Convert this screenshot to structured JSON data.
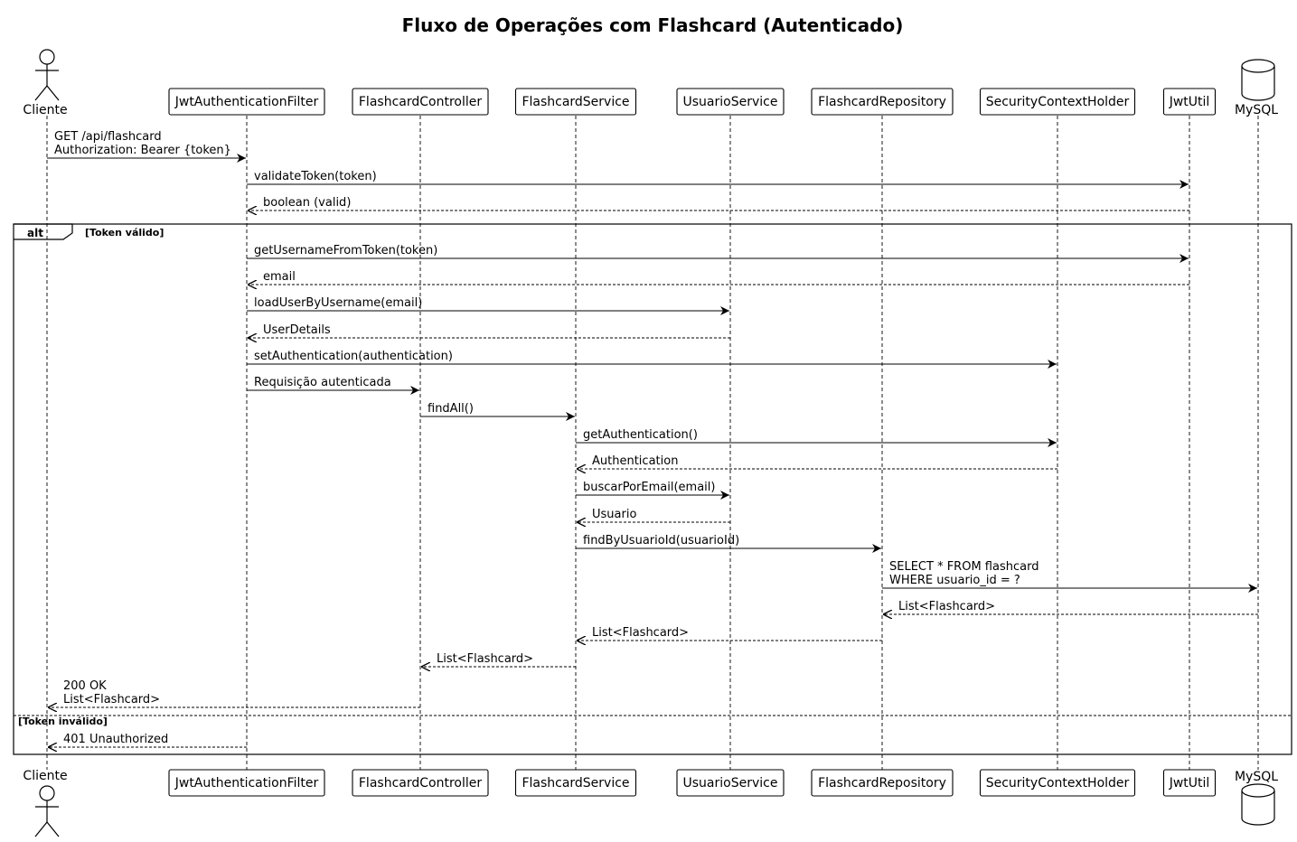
{
  "title": "Fluxo de Operações com Flashcard (Autenticado)",
  "participants": [
    {
      "id": "cliente",
      "label": "Cliente",
      "kind": "actor"
    },
    {
      "id": "filter",
      "label": "JwtAuthenticationFilter",
      "kind": "box"
    },
    {
      "id": "controller",
      "label": "FlashcardController",
      "kind": "box"
    },
    {
      "id": "service",
      "label": "FlashcardService",
      "kind": "box"
    },
    {
      "id": "usuario",
      "label": "UsuarioService",
      "kind": "box"
    },
    {
      "id": "repo",
      "label": "FlashcardRepository",
      "kind": "box"
    },
    {
      "id": "security",
      "label": "SecurityContextHolder",
      "kind": "box"
    },
    {
      "id": "jwt",
      "label": "JwtUtil",
      "kind": "box"
    },
    {
      "id": "mysql",
      "label": "MySQL",
      "kind": "database"
    }
  ],
  "messages": [
    {
      "from": "cliente",
      "to": "filter",
      "lines": [
        "GET /api/flashcard",
        "Authorization: Bearer {token}"
      ],
      "style": "sync"
    },
    {
      "from": "filter",
      "to": "jwt",
      "lines": [
        "validateToken(token)"
      ],
      "style": "sync"
    },
    {
      "from": "jwt",
      "to": "filter",
      "lines": [
        "boolean (valid)"
      ],
      "style": "return"
    },
    {
      "from": "filter",
      "to": "jwt",
      "lines": [
        "getUsernameFromToken(token)"
      ],
      "style": "sync"
    },
    {
      "from": "jwt",
      "to": "filter",
      "lines": [
        "email"
      ],
      "style": "return"
    },
    {
      "from": "filter",
      "to": "usuario",
      "lines": [
        "loadUserByUsername(email)"
      ],
      "style": "sync"
    },
    {
      "from": "usuario",
      "to": "filter",
      "lines": [
        "UserDetails"
      ],
      "style": "return"
    },
    {
      "from": "filter",
      "to": "security",
      "lines": [
        "setAuthentication(authentication)"
      ],
      "style": "sync"
    },
    {
      "from": "filter",
      "to": "controller",
      "lines": [
        "Requisição autenticada"
      ],
      "style": "sync"
    },
    {
      "from": "controller",
      "to": "service",
      "lines": [
        "findAll()"
      ],
      "style": "sync"
    },
    {
      "from": "service",
      "to": "security",
      "lines": [
        "getAuthentication()"
      ],
      "style": "sync"
    },
    {
      "from": "security",
      "to": "service",
      "lines": [
        "Authentication"
      ],
      "style": "return"
    },
    {
      "from": "service",
      "to": "usuario",
      "lines": [
        "buscarPorEmail(email)"
      ],
      "style": "sync"
    },
    {
      "from": "usuario",
      "to": "service",
      "lines": [
        "Usuario"
      ],
      "style": "return"
    },
    {
      "from": "service",
      "to": "repo",
      "lines": [
        "findByUsuarioId(usuarioId)"
      ],
      "style": "sync"
    },
    {
      "from": "repo",
      "to": "mysql",
      "lines": [
        "SELECT * FROM flashcard",
        "WHERE usuario_id = ?"
      ],
      "style": "sync"
    },
    {
      "from": "mysql",
      "to": "repo",
      "lines": [
        "List<Flashcard>"
      ],
      "style": "return"
    },
    {
      "from": "repo",
      "to": "service",
      "lines": [
        "List<Flashcard>"
      ],
      "style": "return"
    },
    {
      "from": "service",
      "to": "controller",
      "lines": [
        "List<Flashcard>"
      ],
      "style": "return"
    },
    {
      "from": "controller",
      "to": "cliente",
      "lines": [
        "200 OK",
        "List<Flashcard>"
      ],
      "style": "return"
    },
    {
      "from": "filter",
      "to": "cliente",
      "lines": [
        "401 Unauthorized"
      ],
      "style": "return"
    }
  ],
  "alt_frame": {
    "label": "alt",
    "guards": [
      "[Token válido]",
      "[Token inválido]"
    ]
  }
}
